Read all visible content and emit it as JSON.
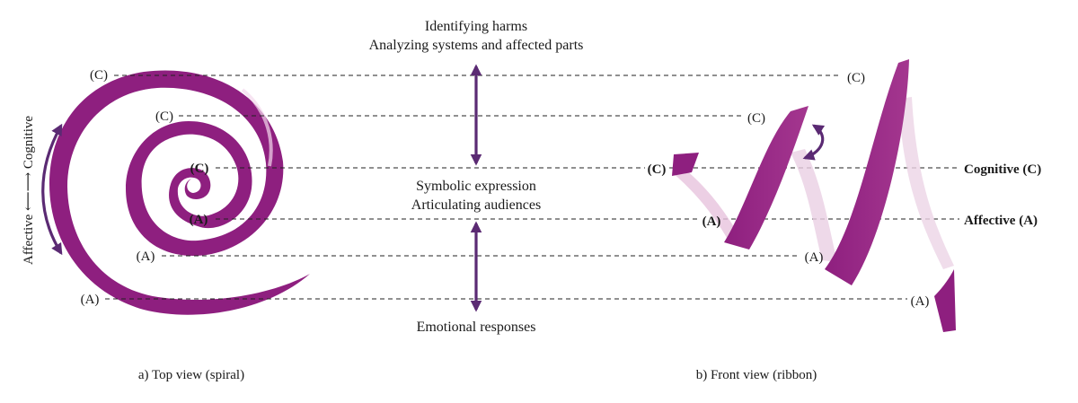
{
  "center_labels": {
    "top_line1": "Identifying harms",
    "top_line2": "Analyzing systems and affected parts",
    "mid_line1": "Symbolic expression",
    "mid_line2": "Articulating audiences",
    "bottom": "Emotional responses"
  },
  "spiral": {
    "side_label": "Affective ⟵⟶ Cognitive",
    "caption": "a) Top view (spiral)",
    "points": [
      "(C)",
      "(C)",
      "(C)",
      "(A)",
      "(A)",
      "(A)"
    ]
  },
  "ribbon": {
    "caption": "b) Front view (ribbon)",
    "points": [
      "(C)",
      "(C)",
      "(C)",
      "(A)",
      "(A)",
      "(A)"
    ]
  },
  "axis_labels": {
    "cognitive": "Cognitive (C)",
    "affective": "Affective (A)"
  },
  "colors": {
    "purple": "#8e1f7f",
    "arrow": "#5b2a73"
  }
}
